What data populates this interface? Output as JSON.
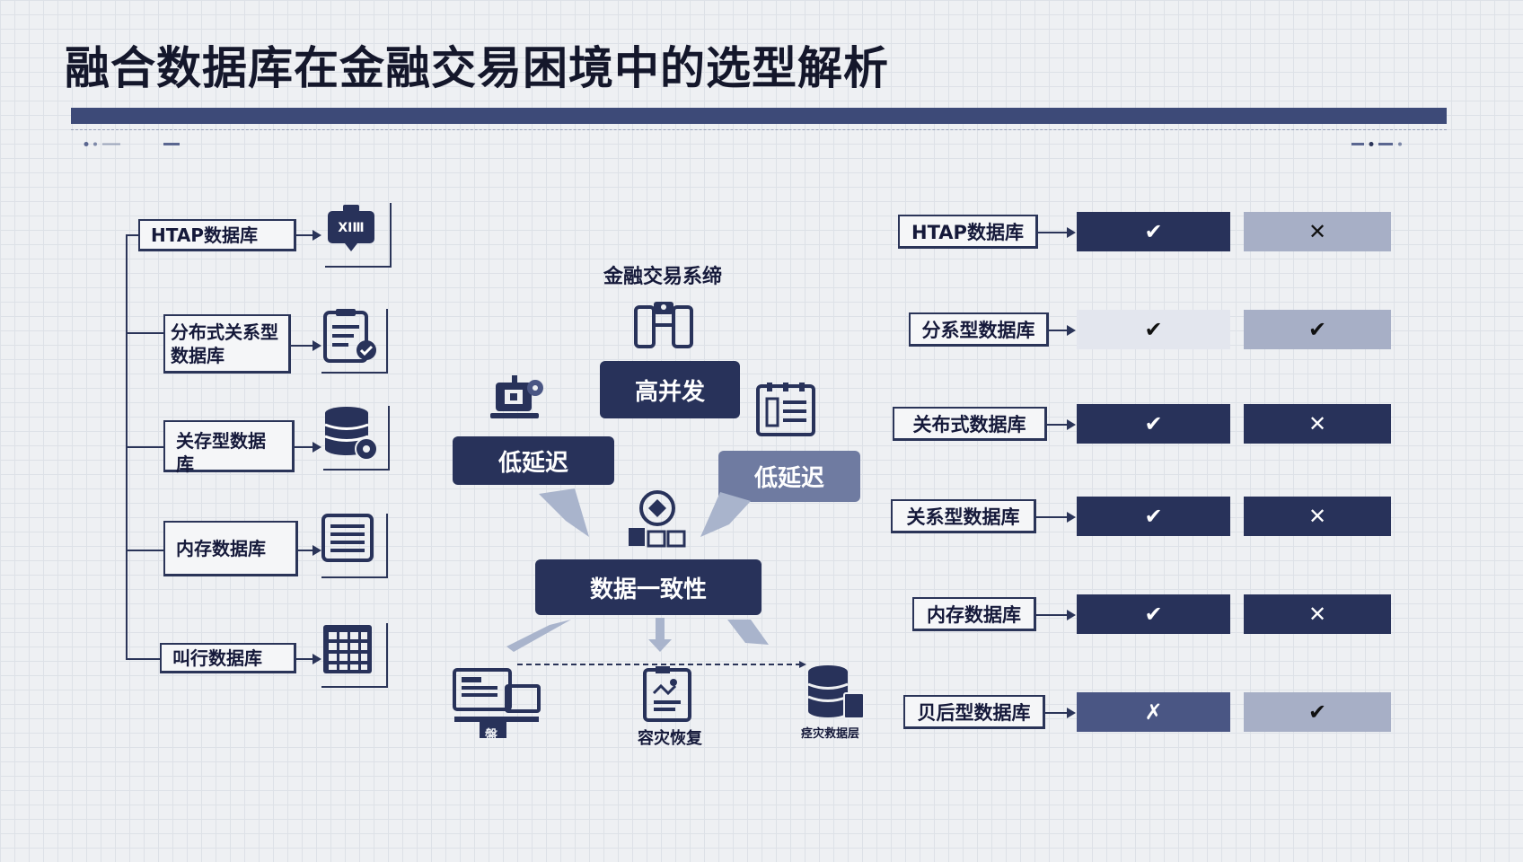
{
  "title": "融合数据库在金融交易困境中的选型解析",
  "left_tree": {
    "items": [
      {
        "label": "HTAP数据库",
        "icon": "database-badge-icon",
        "icon_text": "XIⅢ"
      },
      {
        "label": "分布式关系型数据库",
        "icon": "clipboard-check-icon"
      },
      {
        "label": "关存型数据库",
        "icon": "database-stack-icon"
      },
      {
        "label": "内存数据库",
        "icon": "memory-list-icon"
      },
      {
        "label": "叫行数据库",
        "icon": "grid-table-icon"
      }
    ]
  },
  "center": {
    "system_label": "金融交易系缔",
    "high_concurrency": "高并发",
    "low_latency_left": "低延迟",
    "low_latency_right": "低延迟",
    "consistency": "数据一致性",
    "bottom": {
      "left_label": "盤",
      "middle_label": "容灾恢复",
      "right_label": "痉灾救据层"
    }
  },
  "right_table": {
    "rows": [
      {
        "label": "HTAP数据库",
        "c1": "✔",
        "c1_style": "dark",
        "c2": "✕",
        "c2_style": "light"
      },
      {
        "label": "分系型数据库",
        "c1": "✔",
        "c1_style": "pale",
        "c2": "✔",
        "c2_style": "light"
      },
      {
        "label": "关布式数据库",
        "c1": "✔",
        "c1_style": "dark",
        "c2": "✕",
        "c2_style": "dark"
      },
      {
        "label": "关系型数据库",
        "c1": "✔",
        "c1_style": "dark",
        "c2": "✕",
        "c2_style": "dark"
      },
      {
        "label": "内存数据库",
        "c1": "✔",
        "c1_style": "dark",
        "c2": "✕",
        "c2_style": "dark"
      },
      {
        "label": "贝后型数据库",
        "c1": "✗",
        "c1_style": "mid",
        "c2": "✔",
        "c2_style": "light"
      }
    ]
  },
  "colors": {
    "navy": "#28325a",
    "mid": "#4a5684",
    "light": "#a7afc6",
    "pale": "#e3e6ee"
  }
}
